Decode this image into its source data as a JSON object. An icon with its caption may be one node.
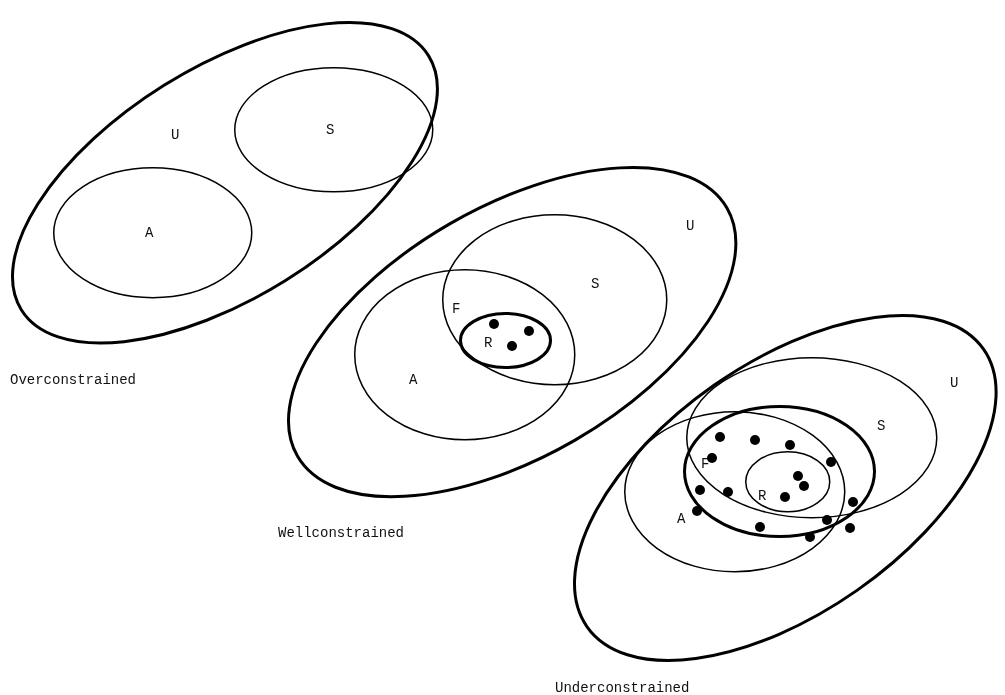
{
  "diagram": {
    "nodes": [
      {
        "text": [
          "U"
        ],
        "beside": [
          "Overconstrained"
        ]
      },
      {
        "text": [
          "S"
        ],
        "in": 0
      },
      {
        "text": [
          "A"
        ],
        "in": 0
      },
      {
        "text": [
          "U"
        ],
        "beside": [
          "Wellconstrained"
        ]
      },
      {
        "text": [
          "S"
        ],
        "in": 3
      },
      {
        "text": [
          "A"
        ],
        "in": 3
      },
      {
        "text": [
          "R"
        ]
      },
      {
        "text": [],
        "shape": "circle",
        "in": 6
      },
      {
        "text": [],
        "shape": "circle",
        "in": 6
      },
      {
        "text": [],
        "shape": "circle",
        "in": 6
      },
      {
        "text": [
          "U"
        ],
        "beside": [
          "Underconstrained"
        ]
      },
      {
        "text": [
          "S"
        ],
        "in": 10
      },
      {
        "text": [
          "A"
        ],
        "in": 10
      },
      {
        "text": [
          "F"
        ],
        "in": 10
      },
      {
        "text": [
          "R"
        ],
        "in": 13
      },
      {
        "text": [],
        "shape": "circle",
        "in": 14
      },
      {
        "text": [],
        "shape": "circle",
        "in": 14
      },
      {
        "text": [],
        "shape": "circle",
        "in": 14
      },
      {
        "text": [],
        "shape": "circle",
        "in": 13
      },
      {
        "text": [],
        "shape": "circle",
        "in": 13
      },
      {
        "text": [],
        "shape": "circle",
        "in": 13
      },
      {
        "text": [],
        "shape": "circle",
        "in": 13
      },
      {
        "text": [],
        "shape": "circle",
        "in": 13
      },
      {
        "text": [],
        "shape": "circle",
        "in": 13
      },
      {
        "text": [],
        "shape": "circle",
        "in": 13
      },
      {
        "text": [],
        "shape": "circle",
        "in": 13
      },
      {
        "text": [],
        "shape": "circle",
        "in": 13
      },
      {
        "text": [],
        "shape": "circle",
        "in": 13
      },
      {
        "text": [],
        "shape": "circle",
        "in": 13
      },
      {
        "text": [],
        "shape": "circle",
        "in": 13
      },
      {
        "text": [],
        "shape": "circle",
        "in": 13
      }
    ],
    "labels": [
      "F"
    ]
  }
}
